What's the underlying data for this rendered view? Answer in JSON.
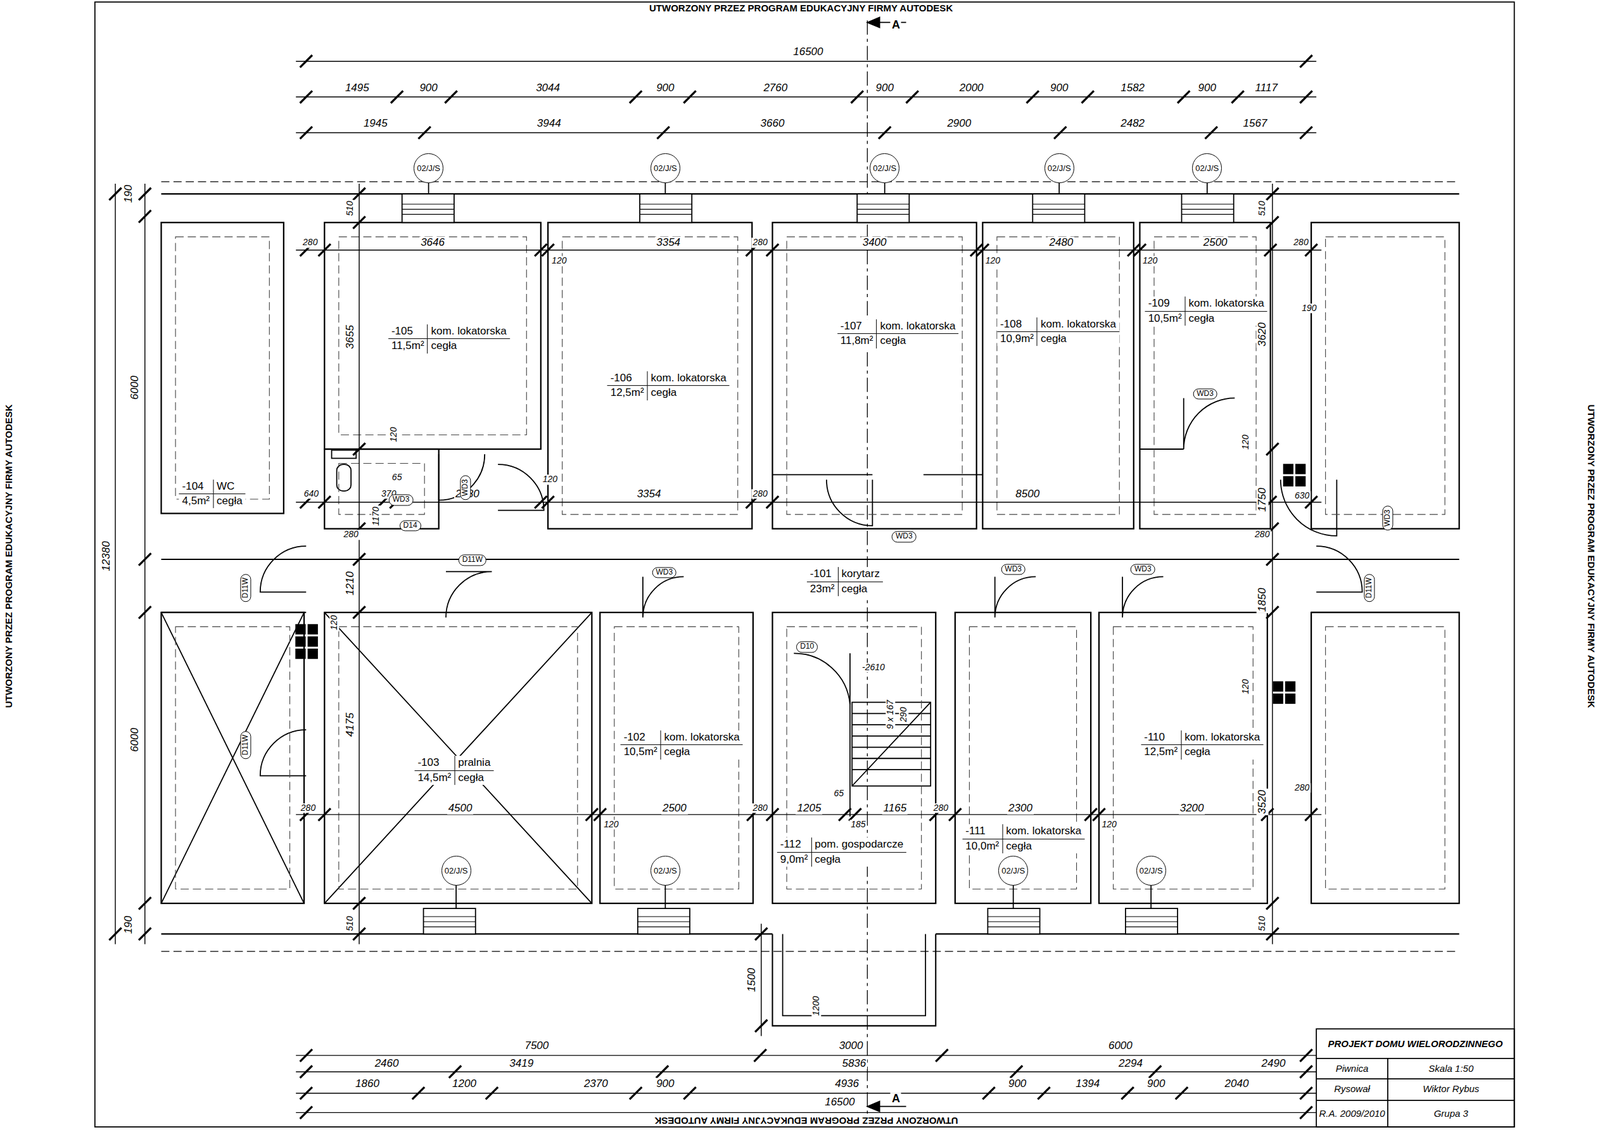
{
  "diagram": {
    "nodes": [
      {
        "text": [
          "-105",
          "kom. lokatorska",
          "11,5m²",
          "cegła"
        ]
      },
      {
        "text": [
          "-106",
          "kom. lokatorska",
          "12,5m²",
          "cegła"
        ]
      },
      {
        "text": [
          "-107",
          "kom. lokatorska",
          "11,8m²",
          "cegła"
        ]
      },
      {
        "text": [
          "-108",
          "kom. lokatorska",
          "10,9m²",
          "cegła"
        ]
      },
      {
        "text": [
          "-109",
          "kom. lokatorska",
          "10,5m²",
          "cegła"
        ]
      },
      {
        "text": [
          "-104",
          "WC",
          "4,5m²",
          "cegła"
        ]
      },
      {
        "text": [
          "-101",
          "korytarz",
          "23m²",
          "cegła"
        ]
      },
      {
        "text": [
          "-102",
          "kom. lokatorska",
          "10,5m²",
          "cegła"
        ]
      },
      {
        "text": [
          "-103",
          "pralnia",
          "14,5m²",
          "cegła"
        ]
      },
      {
        "text": [
          "-110",
          "kom. lokatorska",
          "12,5m²",
          "cegła"
        ]
      },
      {
        "text": [
          "-111",
          "kom. lokatorska",
          "10,0m²",
          "cegła"
        ]
      },
      {
        "text": [
          "-112",
          "pom. gospodarcze",
          "9,0m²",
          "cegła"
        ]
      },
      {
        "text": [
          "02/J/S"
        ]
      },
      {
        "text": [
          "02/J/S"
        ]
      },
      {
        "text": [
          "02/J/S"
        ]
      },
      {
        "text": [
          "02/J/S"
        ]
      },
      {
        "text": [
          "02/J/S"
        ]
      },
      {
        "text": [
          "02/J/S"
        ]
      },
      {
        "text": [
          "02/J/S"
        ]
      },
      {
        "text": [
          "02/J/S"
        ]
      },
      {
        "text": [
          "02/J/S"
        ]
      }
    ],
    "labels": [
      "UTWORZONY PRZEZ PROGRAM EDUKACYJNY FIRMY AUTODESK",
      "A",
      "UTWORZONY PRZEZ PROGRAM EDUKACYJNY FIRMY AUTODESK",
      "UTWORZONY PRZEZ PROGRAM EDUKACYJNY FIRMY AUTODESK",
      "16500",
      "1495",
      "900",
      "3044",
      "900",
      "2760",
      "900",
      "2000",
      "900",
      "1582",
      "900",
      "1117",
      "1945",
      "3944",
      "3660",
      "2900",
      "2482",
      "1567",
      "190",
      "6000",
      "12380",
      "6000",
      "190",
      "510",
      "280",
      "3646",
      "3354",
      "280",
      "3400",
      "2480",
      "2500",
      "280",
      "510",
      "120",
      "120",
      "120",
      "190",
      "3655",
      "3620",
      "120",
      "120",
      "640",
      "65",
      "370",
      "1170",
      "2480",
      "120",
      "3354",
      "280",
      "8500",
      "1750",
      "630",
      "280",
      "280",
      "1210",
      "120",
      "1850",
      "120",
      "-2610",
      "9 x 167",
      "290",
      "4175",
      "3520",
      "280",
      "280",
      "4500",
      "2500",
      "280",
      "1205",
      "65",
      "185",
      "1165",
      "280",
      "2300",
      "3200",
      "120",
      "120",
      "510",
      "510",
      "1500",
      "1200",
      "WD3",
      "WD3",
      "D14",
      "WD3",
      "WD3",
      "WD3",
      "D11W",
      "D11W",
      "D11W",
      "WD3",
      "D10",
      "WD3",
      "WD3",
      "D11W",
      "PROJEKT DOMU WIELORODZINNEGO",
      "Piwnica",
      "Skala 1:50",
      "Rysował",
      "Wiktor Rybus",
      "R.A. 2009/2010",
      "Grupa 3",
      "7500",
      "3000",
      "6000",
      "2460",
      "3419",
      "5836",
      "2294",
      "2490",
      "1860",
      "1200",
      "2370",
      "900",
      "4936",
      "900",
      "1394",
      "900",
      "2040",
      "16500",
      "A",
      "UTWORZONY PRZEZ PROGRAM EDUKACYJNY FIRMY AUTODESK"
    ]
  }
}
